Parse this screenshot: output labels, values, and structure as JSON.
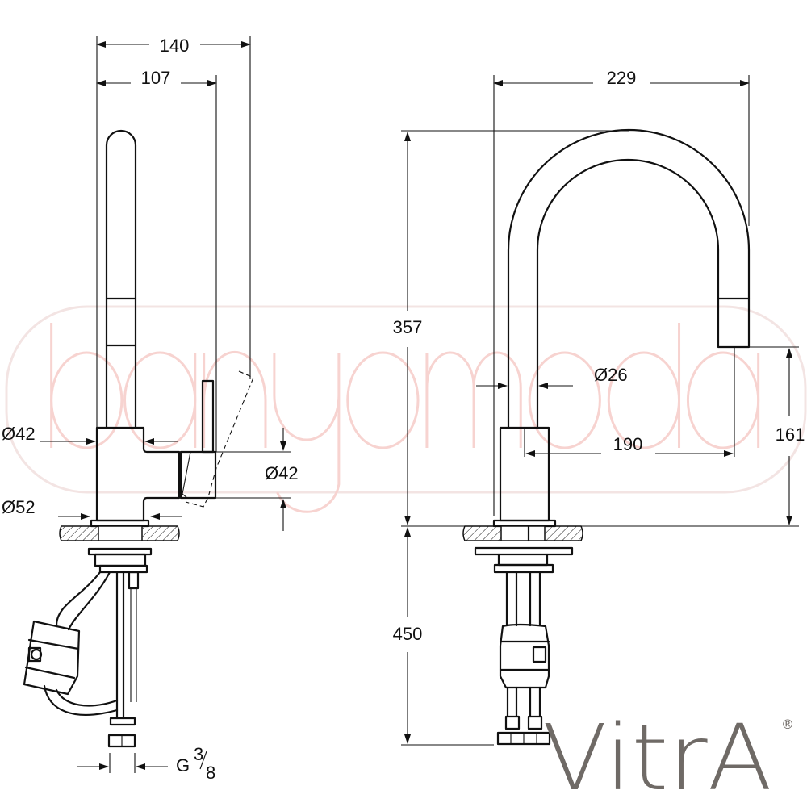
{
  "watermark": {
    "text": "banyomoda"
  },
  "logo": {
    "text": "VitrA",
    "registered": "®"
  },
  "side_view": {
    "dims": {
      "overall_width": "140",
      "handle_offset": "107",
      "body_diameter": "Ø42",
      "handle_diameter": "Ø42",
      "base_diameter": "Ø52",
      "thread_size_g": "G",
      "thread_size_num": "3",
      "thread_size_den": "8"
    }
  },
  "front_view": {
    "dims": {
      "spout_reach": "229",
      "total_height": "357",
      "spout_diameter": "Ø26",
      "spout_projection": "190",
      "outlet_height": "161",
      "hose_length": "450"
    }
  }
}
